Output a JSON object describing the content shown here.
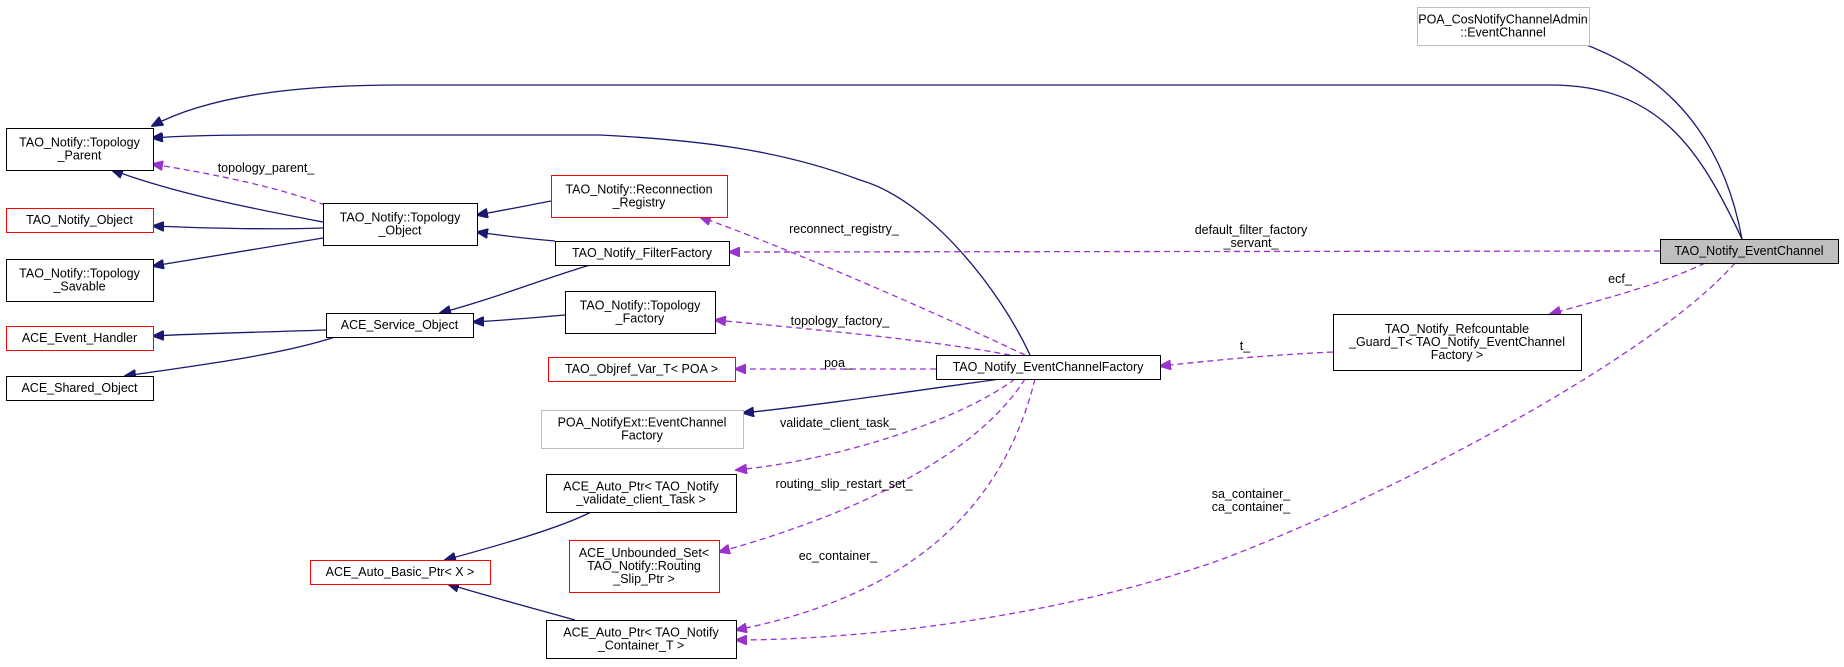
{
  "colors": {
    "inheritance": "#191970",
    "usage": "#9a32cd",
    "node_border_normal": "#000000",
    "node_border_incomplete": "#ff0000",
    "node_border_external": "#bfbfbf",
    "node_fill_focus": "#bfbfbf",
    "node_fill": "#ffffff",
    "text": "#000000"
  },
  "nodes": [
    {
      "id": "poa_cnca_ec",
      "lines": [
        "POA_CosNotifyChannelAdmin",
        "::EventChannel"
      ],
      "style": "external"
    },
    {
      "id": "tao_topology_parent",
      "lines": [
        "TAO_Notify::Topology",
        "_Parent"
      ],
      "style": "normal"
    },
    {
      "id": "tao_notify_object",
      "lines": [
        "TAO_Notify_Object"
      ],
      "style": "incomplete"
    },
    {
      "id": "tao_topology_savable",
      "lines": [
        "TAO_Notify::Topology",
        "_Savable"
      ],
      "style": "normal"
    },
    {
      "id": "ace_event_handler",
      "lines": [
        "ACE_Event_Handler"
      ],
      "style": "incomplete"
    },
    {
      "id": "ace_shared_object",
      "lines": [
        "ACE_Shared_Object"
      ],
      "style": "normal"
    },
    {
      "id": "tao_topology_object",
      "lines": [
        "TAO_Notify::Topology",
        "_Object"
      ],
      "style": "normal"
    },
    {
      "id": "ace_service_object",
      "lines": [
        "ACE_Service_Object"
      ],
      "style": "normal"
    },
    {
      "id": "tao_reconnection_registry",
      "lines": [
        "TAO_Notify::Reconnection",
        "_Registry"
      ],
      "style": "incomplete"
    },
    {
      "id": "tao_filter_factory",
      "lines": [
        "TAO_Notify_FilterFactory"
      ],
      "style": "normal"
    },
    {
      "id": "tao_topology_factory",
      "lines": [
        "TAO_Notify::Topology",
        "_Factory"
      ],
      "style": "normal"
    },
    {
      "id": "tao_objref_var",
      "lines": [
        "TAO_Objref_Var_T< POA >"
      ],
      "style": "incomplete"
    },
    {
      "id": "poa_notifyext_ecf",
      "lines": [
        "POA_NotifyExt::EventChannel",
        "Factory"
      ],
      "style": "external"
    },
    {
      "id": "ace_auto_ptr_validate",
      "lines": [
        "ACE_Auto_Ptr< TAO_Notify",
        "_validate_client_Task >"
      ],
      "style": "normal"
    },
    {
      "id": "ace_auto_basic_ptr",
      "lines": [
        "ACE_Auto_Basic_Ptr< X >"
      ],
      "style": "incomplete"
    },
    {
      "id": "ace_unbounded_set",
      "lines": [
        "ACE_Unbounded_Set<",
        "TAO_Notify::Routing",
        "_Slip_Ptr >"
      ],
      "style": "incomplete"
    },
    {
      "id": "ace_auto_ptr_container",
      "lines": [
        "ACE_Auto_Ptr< TAO_Notify",
        "_Container_T >"
      ],
      "style": "normal"
    },
    {
      "id": "tao_ecf",
      "lines": [
        "TAO_Notify_EventChannelFactory"
      ],
      "style": "normal"
    },
    {
      "id": "tao_refcountable_guard",
      "lines": [
        "TAO_Notify_Refcountable",
        "_Guard_T< TAO_Notify_EventChannel",
        "Factory >"
      ],
      "style": "normal"
    },
    {
      "id": "tao_event_channel",
      "lines": [
        "TAO_Notify_EventChannel"
      ],
      "style": "focus"
    }
  ],
  "edges": [
    {
      "id": "ec_to_poa_cnca",
      "kind": "inheritance"
    },
    {
      "id": "ec_to_topology_parent",
      "kind": "inheritance"
    },
    {
      "id": "ecf_to_topology_parent",
      "kind": "inheritance"
    },
    {
      "id": "to_to_topology_parent",
      "kind": "inheritance"
    },
    {
      "id": "to_to_notify_object",
      "kind": "inheritance"
    },
    {
      "id": "to_to_topology_savable",
      "kind": "inheritance"
    },
    {
      "id": "rr_to_topology_object",
      "kind": "inheritance"
    },
    {
      "id": "ff_to_topology_object",
      "kind": "inheritance"
    },
    {
      "id": "ff_to_service_object",
      "kind": "inheritance"
    },
    {
      "id": "tf_to_service_object",
      "kind": "inheritance"
    },
    {
      "id": "so_to_event_handler",
      "kind": "inheritance"
    },
    {
      "id": "so_to_shared_object",
      "kind": "inheritance"
    },
    {
      "id": "ecf_to_poa_notifyext",
      "kind": "inheritance"
    },
    {
      "id": "apv_to_auto_basic",
      "kind": "inheritance"
    },
    {
      "id": "apc_to_auto_basic",
      "kind": "inheritance"
    },
    {
      "id": "to_usage_topology_parent",
      "kind": "usage",
      "label": [
        "topology_parent_"
      ]
    },
    {
      "id": "ecf_usage_reconnect",
      "kind": "usage",
      "label": [
        "reconnect_registry_"
      ]
    },
    {
      "id": "ec_usage_filter_factory",
      "kind": "usage",
      "label": [
        "default_filter_factory",
        "_servant_"
      ]
    },
    {
      "id": "ecf_usage_topology_factory",
      "kind": "usage",
      "label": [
        "topology_factory_"
      ]
    },
    {
      "id": "ecf_usage_poa",
      "kind": "usage",
      "label": [
        "poa_"
      ]
    },
    {
      "id": "ecf_usage_validate",
      "kind": "usage",
      "label": [
        "validate_client_task_"
      ]
    },
    {
      "id": "ecf_usage_routing_slip",
      "kind": "usage",
      "label": [
        "routing_slip_restart_set_"
      ]
    },
    {
      "id": "ecf_usage_ec_container",
      "kind": "usage",
      "label": [
        "ec_container_"
      ]
    },
    {
      "id": "guard_usage_ecf",
      "kind": "usage",
      "label": [
        "t_"
      ]
    },
    {
      "id": "ec_usage_guard",
      "kind": "usage",
      "label": [
        "ecf_"
      ]
    },
    {
      "id": "ec_usage_container",
      "kind": "usage",
      "label": [
        "sa_container_",
        "ca_container_"
      ]
    }
  ]
}
